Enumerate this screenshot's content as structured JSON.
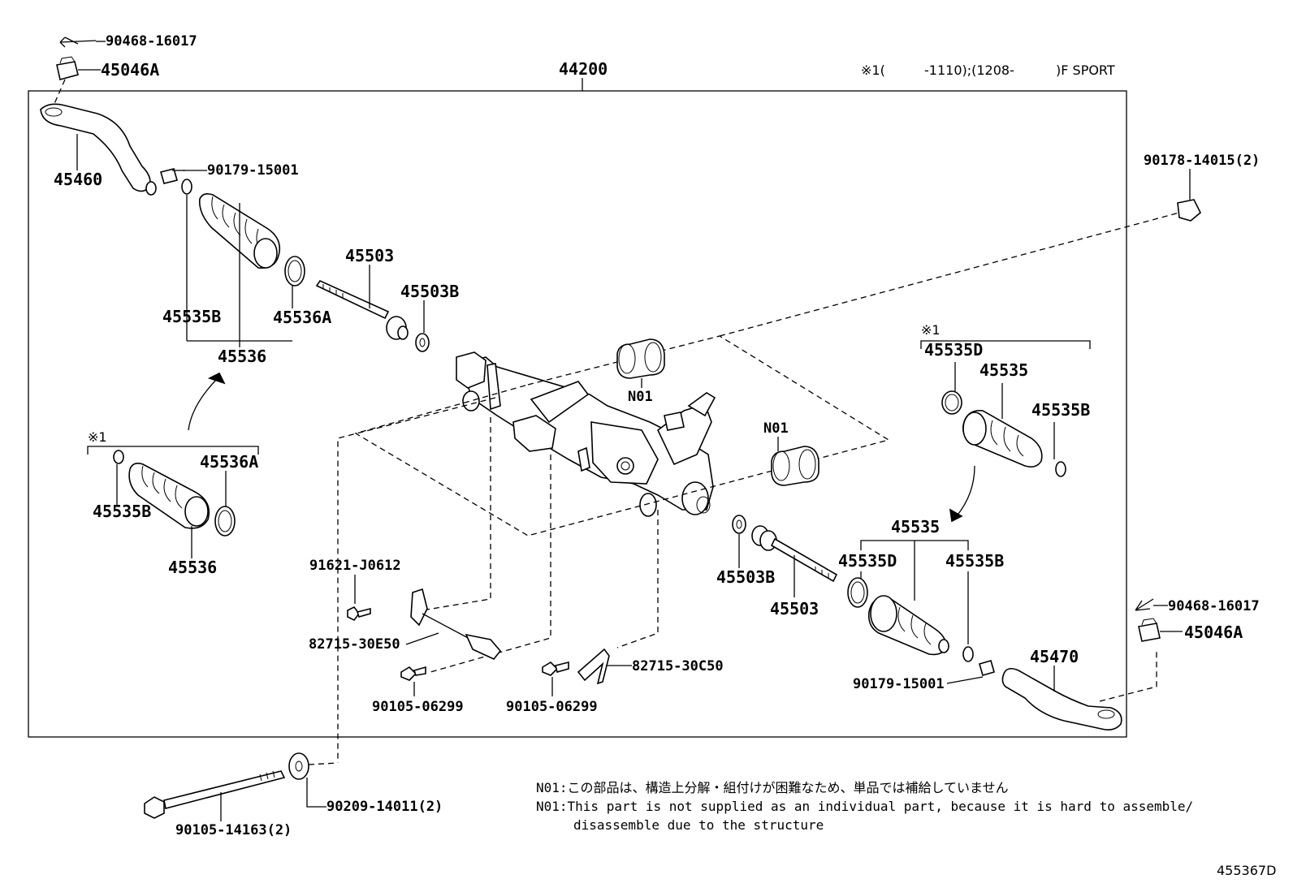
{
  "header": {
    "assembly": "44200",
    "note_mark": "※1(",
    "note_range1": "-1110);(1208-",
    "note_trim": ")F SPORT"
  },
  "labels": {
    "p90468_l": "90468-16017",
    "p45046A_l": "45046A",
    "p45460": "45460",
    "p90179_l": "90179-15001",
    "p45535B_l": "45535B",
    "p45536A_l": "45536A",
    "p45536_l": "45536",
    "p45503_l": "45503",
    "p45503B_l": "45503B",
    "mark1_l": "※1",
    "p45536A_l2": "45536A",
    "p45535B_l2": "45535B",
    "p45536_l2": "45536",
    "n01_a": "N01",
    "n01_b": "N01",
    "p91621": "91621-J0612",
    "p82715_e50": "82715-30E50",
    "p90105_a": "90105-06299",
    "p90105_b": "90105-06299",
    "p82715_c50": "82715-30C50",
    "p90178": "90178-14015(2)",
    "mark1_r": "※1",
    "p45535D_r": "45535D",
    "p45535_r": "45535",
    "p45535B_r": "45535B",
    "p45535_r2": "45535",
    "p45535D_r2": "45535D",
    "p45535B_r2": "45535B",
    "p45503B_r": "45503B",
    "p45503_r": "45503",
    "p45470": "45470",
    "p90179_r": "90179-15001",
    "p90468_r": "90468-16017",
    "p45046A_r": "45046A",
    "p90105_14163": "90105-14163(2)",
    "p90209": "90209-14011(2)"
  },
  "notes": {
    "line1": "N01:この部品は、構造上分解・組付けが困難なため、単品では補給していません",
    "line2": "N01:This part is not supplied as an individual part, because it is hard to assemble/",
    "line3": "disassemble due to the structure"
  },
  "figure_id": "455367D"
}
